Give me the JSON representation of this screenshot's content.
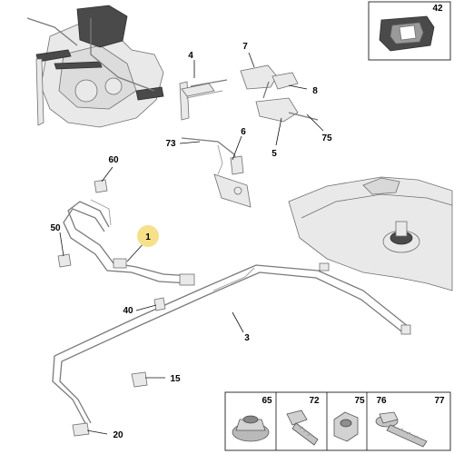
{
  "callouts": {
    "c1": "1",
    "c3": "3",
    "c4": "4",
    "c5": "5",
    "c6": "6",
    "c7": "7",
    "c8": "8",
    "c15": "15",
    "c20": "20",
    "c40": "40",
    "c42": "42",
    "c50": "50",
    "c60": "60",
    "c73": "73",
    "c75": "75"
  },
  "legend": {
    "items": [
      "65",
      "72",
      "75",
      "76",
      "77"
    ],
    "icons": [
      "flange-nut-icon",
      "bolt-icon",
      "hex-nut-icon",
      "flange-bolt-icon"
    ]
  },
  "colors": {
    "highlight": "#f6e08a",
    "line": "#7a7a7a"
  }
}
